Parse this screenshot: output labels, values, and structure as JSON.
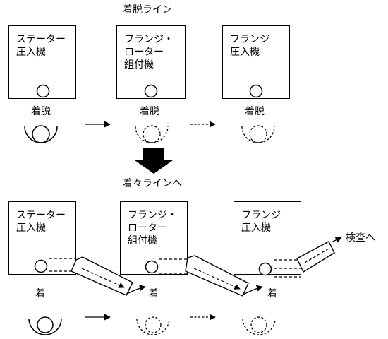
{
  "title_top": "着脱ライン",
  "title_bottom": "着々ラインへ",
  "top_row": {
    "machines": [
      {
        "label": "ステーター\n圧入機",
        "action": "着脱"
      },
      {
        "label": "フランジ・\nローター\n組付機",
        "action": "着脱"
      },
      {
        "label": "フランジ\n圧入機",
        "action": "着脱"
      }
    ]
  },
  "bottom_row": {
    "machines": [
      {
        "label": "ステーター\n圧入機",
        "action": "着"
      },
      {
        "label": "フランジ・\nローター\n組付機",
        "action": "着"
      },
      {
        "label": "フランジ\n圧入機",
        "action": "着"
      }
    ],
    "exit_label": "検査へ"
  }
}
